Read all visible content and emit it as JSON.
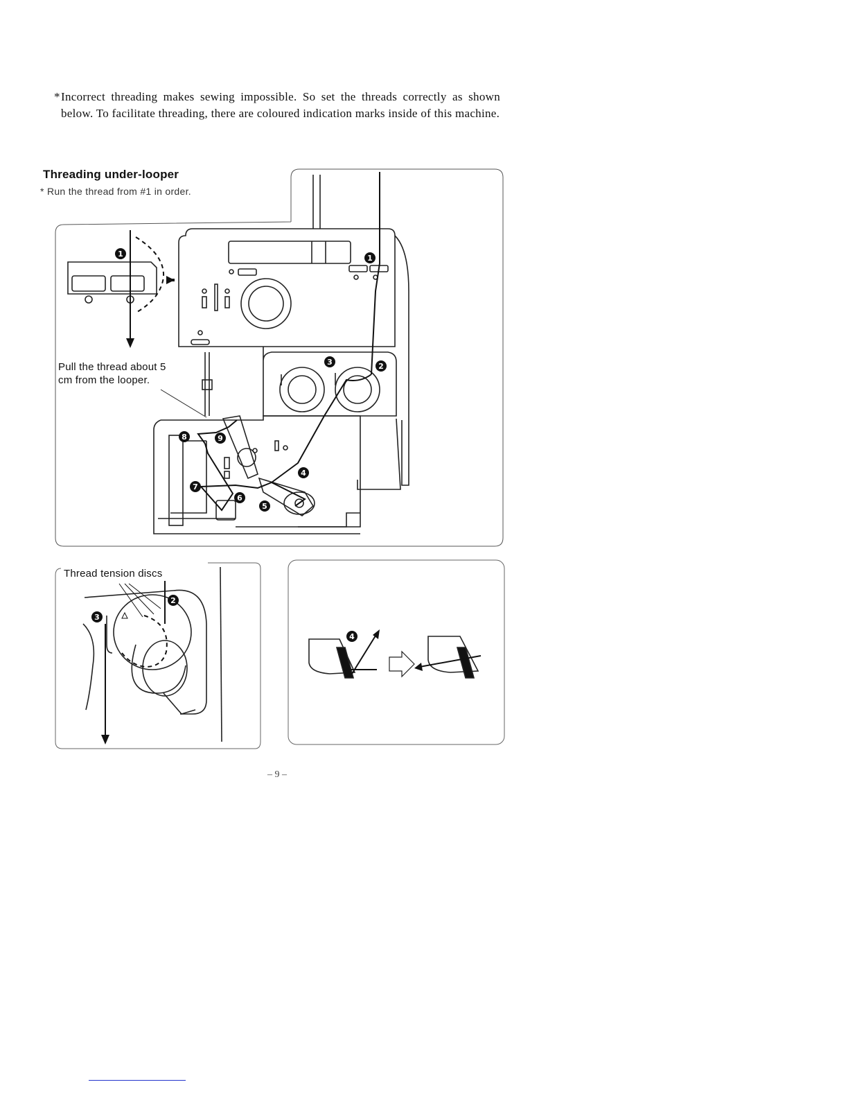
{
  "intro": {
    "star": "*",
    "text": "Incorrect threading makes sewing impossible. So set the threads correctly as shown below. To facilitate threading, there are coloured indication marks inside of this machine."
  },
  "section": {
    "title": "Threading under-looper",
    "note": "* Run the thread from #1 in order."
  },
  "labels": {
    "pull_thread": "Pull the thread about 5 cm from the looper.",
    "tension_discs": "Thread tension discs"
  },
  "markers": [
    "1",
    "2",
    "3",
    "4",
    "5",
    "6",
    "7",
    "8",
    "9"
  ],
  "page_number": "– 9 –",
  "colors": {
    "ink": "#111111",
    "frame": "#555555",
    "link_line": "#2233cc"
  }
}
